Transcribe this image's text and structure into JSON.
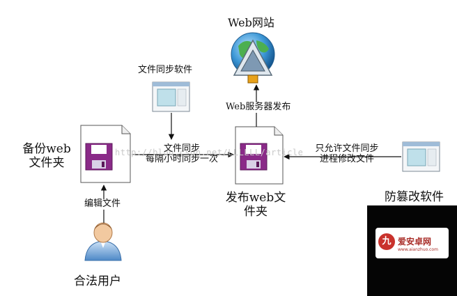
{
  "nodes": {
    "website": "Web网站",
    "sync_software": "文件同步软件",
    "backup_folder_line1": "备份web",
    "backup_folder_line2": "文件夹",
    "publish_folder_line1": "发布web文",
    "publish_folder_line2": "件夹",
    "tamper_software": "防篡改软件",
    "legit_user": "合法用户"
  },
  "edges": {
    "web_publish": "Web服务器发布",
    "sync_line1": "文件同步",
    "sync_line2": "每隔小时同步一次",
    "allow_line1": "只允许文件同步",
    "allow_line2": "进程修改文件",
    "edit_file": "编辑文件"
  },
  "watermark": "http://blog.csdn.net/LLLLLL/article",
  "badge": {
    "mark": "九",
    "name": "爱安卓网",
    "sub": "www.aianzhuo.com"
  },
  "colors": {
    "floppy": "#8a2a88",
    "window_title": "#9fbcd8",
    "globe": "#2f8fd0",
    "user": "#6aa0d8"
  }
}
